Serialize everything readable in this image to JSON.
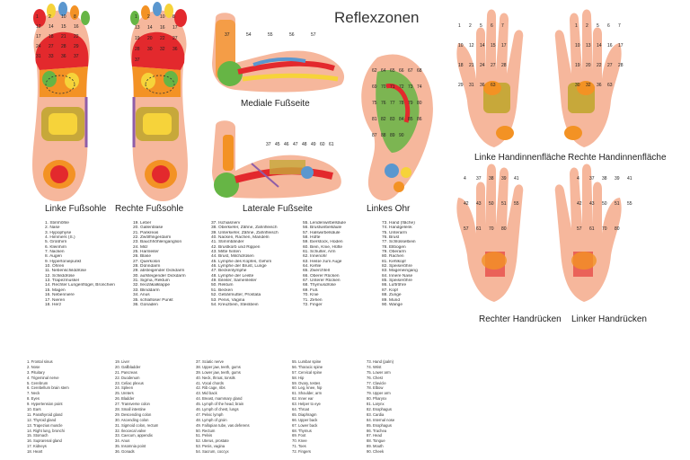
{
  "title": "Reflexzonen",
  "captions": {
    "left_sole": "Linke Fußsohle",
    "right_sole": "Rechte Fußsohle",
    "medial": "Mediale Fußseite",
    "lateral": "Laterale Fußseite",
    "left_ear": "Linkes Ohr",
    "left_palm": "Linke Handinnenfläche",
    "right_palm": "Rechte Handinnenfläche",
    "right_back": "Rechter Handrücken",
    "left_back": "Linker Handrücken"
  },
  "colors": {
    "skin": "#f6b79c",
    "red": "#e3292d",
    "orange": "#f39224",
    "yellow": "#f6d33a",
    "green": "#66b545",
    "blue": "#5a97cf",
    "purple": "#8e5da8",
    "olive": "#c7a83a"
  },
  "legend_de": [
    [
      "1. Stirnhöhle",
      "2. Nase",
      "3. Hypophyse",
      "4. Himmers (S.)",
      "5. Großhirn",
      "6. Kleinhirn",
      "7. Nacken",
      "8. Augen",
      "9. Hypertoniepunkt",
      "10. Ohren",
      "11. Nebenschilddrüse",
      "12. Schilddrüse",
      "13. Trapezmuskel",
      "14. Rechter Lungenflügel, Bronchien",
      "15. Magen",
      "16. Nebenniere",
      "17. Nieren",
      "18. Herz"
    ],
    [
      "19. Leber",
      "20. Gallenblase",
      "21. Pankreas",
      "22. Zwölffingerdarm",
      "23. Bauchhöhlenganglion",
      "24. Milz",
      "25. Harnleiter",
      "26. Blase",
      "27. Querkolon",
      "28. Dünndarm",
      "29. absteigender Dickdarm",
      "30. aufsteigender Dickdarm",
      "31. Sigma, Rektum",
      "32. Ileozäkalklappe",
      "33. Blinddarm",
      "34. Anus",
      "35. schlafloser Punkt",
      "36. Gonaden"
    ],
    [
      "37. Ischiasnerv",
      "38. Oberkiefer, Zähne, Zahnfleisch",
      "39. Unterkiefer, Zähne, Zahnfleisch",
      "40. Nacken, Rachen, Mandeln",
      "41. Stimmbänder",
      "42. Brustkorb und Rippen",
      "43. Mitte hinten",
      "44. Brust, Milchdrüsen",
      "45. Lymphe des Kopfes, Gehirn",
      "46. Lymphe der Brust, Lunge",
      "47. Beckenlymphe",
      "48. Lymphe der Leiste",
      "49. Eileiter, Samenleiter",
      "50. Rektum",
      "51. Becken",
      "52. Gebärmutter, Prostata",
      "53. Penis, Vagina",
      "54. Kreuzbein, Steißbein"
    ],
    [
      "55. Lendenwirbelsäule",
      "56. Brustwirbelsäule",
      "57. Halswirbelsäule",
      "58. Hüfte",
      "59. Eierstock, Hoden",
      "60. Bein, Knie, Hüfte",
      "61. Schulter, Arm",
      "62. Innenohr",
      "63. Heiße zum Auge",
      "64. Kehle",
      "65. Zwerchfell",
      "66. Oberer Rücken",
      "67. Unterer Rücken",
      "68. Thymusdrüse",
      "69. Fuß",
      "70. Knie",
      "71. Zehen",
      "72. Finger"
    ],
    [
      "73. Hand (fläche)",
      "74. Handgelenk",
      "75. Unterarm",
      "76. Brust",
      "77. Schlüsselbein",
      "78. Ellbogen",
      "79. Oberarm",
      "80. Rachen",
      "81. Kehlkopf",
      "82. Speiseröhre",
      "83. Mageneingang",
      "84. Innere Nase",
      "85. Speiseröhre",
      "86. Luftröhre",
      "87. Kopf",
      "88. Zunge",
      "89. Mund",
      "90. Wange"
    ]
  ],
  "legend_en": [
    [
      "1. Frontal sinus",
      "2. Nose",
      "3. Pituitary",
      "4. Trigeminal nerve",
      "5. Cerebrum",
      "6. Cerebellum brain stem",
      "7. Neck",
      "8. Eyes",
      "9. Hypertension point",
      "10. Ears",
      "11. Parathyroid gland",
      "12. Thyroid gland",
      "13. Trapezius muscle",
      "14. Right lung, bronchi",
      "15. Stomach",
      "16. Suprarenal gland",
      "17. Kidneys",
      "18. Heart"
    ],
    [
      "19. Liver",
      "20. Gallbladder",
      "21. Pancreas",
      "22. Duodenum",
      "23. Celiac plexus",
      "24. Spleen",
      "25. Ureters",
      "26. Bladder",
      "27. Transverse colon",
      "28. Small intestine",
      "29. Descending colon",
      "30. Ascending colon",
      "31. Sigmoid colon, rectum",
      "32. Ileocecal valve",
      "33. Caecum, appendix",
      "34. Anus",
      "35. Insomnia point",
      "36. Gonads"
    ],
    [
      "37. Sciatic nerve",
      "38. Upper jaw, teeth, gums",
      "39. Lower jaw, teeth, gums",
      "40. Neck, throat, tonsils",
      "41. Vocal chords",
      "42. Rib cage, ribs",
      "43. Mid back",
      "44. Breast, mammary gland",
      "45. Lymph of the head, brain",
      "46. Lymph of chest, lungs",
      "47. Pelvic lymph",
      "48. Lymph of groin",
      "49. Fallopian tube, vas deferens",
      "50. Rectum",
      "51. Pelvis",
      "52. Uterus, prostate",
      "53. Penis, vagina",
      "54. Sacrum, coccyx"
    ],
    [
      "55. Lumbar spine",
      "56. Thoracic spine",
      "57. Cervical spine",
      "58. Hip",
      "59. Ovary, testes",
      "60. Leg, knee, hip",
      "61. Shoulder, arm",
      "62. Inner ear",
      "63. Helper to eye",
      "64. Throat",
      "65. Diaphragm",
      "66. Upper back",
      "67. Lower back",
      "68. Thymus",
      "69. Foot",
      "70. Knee",
      "71. Toes",
      "72. Fingers"
    ],
    [
      "73. Hand (palm)",
      "74. Wrist",
      "75. Lower arm",
      "76. Chest",
      "77. Clavicle",
      "78. Elbow",
      "79. Upper arm",
      "80. Pharynx",
      "81. Larynx",
      "82. Esophagus",
      "83. Cardia",
      "84. Internal nose",
      "85. Esophagus",
      "86. Trachea",
      "87. Head",
      "88. Tongue",
      "89. Mouth",
      "90. Cheek"
    ]
  ],
  "zone_numbers": {
    "left_sole": [
      "1",
      "2",
      "10",
      "8",
      "12",
      "14",
      "15",
      "16",
      "17",
      "18",
      "21",
      "22",
      "24",
      "27",
      "28",
      "29",
      "31",
      "33",
      "36",
      "37"
    ],
    "right_sole": [
      "1",
      "2",
      "10",
      "8",
      "13",
      "14",
      "16",
      "17",
      "19",
      "20",
      "22",
      "27",
      "28",
      "30",
      "32",
      "36",
      "37"
    ],
    "medial": [
      "37",
      "54",
      "55",
      "56",
      "57"
    ],
    "lateral": [
      "37",
      "45",
      "46",
      "47",
      "48",
      "49",
      "60",
      "61"
    ],
    "ear": [
      "62",
      "64",
      "65",
      "66",
      "67",
      "68",
      "69",
      "70",
      "71",
      "72",
      "73",
      "74",
      "75",
      "76",
      "77",
      "78",
      "79",
      "80",
      "81",
      "82",
      "83",
      "84",
      "85",
      "86",
      "87",
      "88",
      "89",
      "90"
    ],
    "left_palm": [
      "1",
      "2",
      "5",
      "6",
      "7",
      "10",
      "12",
      "14",
      "15",
      "17",
      "18",
      "21",
      "24",
      "27",
      "28",
      "29",
      "31",
      "36",
      "63"
    ],
    "right_palm": [
      "1",
      "2",
      "5",
      "6",
      "7",
      "10",
      "13",
      "14",
      "16",
      "17",
      "19",
      "20",
      "22",
      "27",
      "28",
      "30",
      "32",
      "36",
      "63"
    ],
    "right_back": [
      "4",
      "37",
      "38",
      "39",
      "41",
      "42",
      "43",
      "50",
      "51",
      "55",
      "57",
      "61",
      "70",
      "80"
    ],
    "left_back": [
      "4",
      "37",
      "38",
      "39",
      "41",
      "42",
      "43",
      "50",
      "51",
      "55",
      "57",
      "61",
      "70",
      "80"
    ]
  }
}
